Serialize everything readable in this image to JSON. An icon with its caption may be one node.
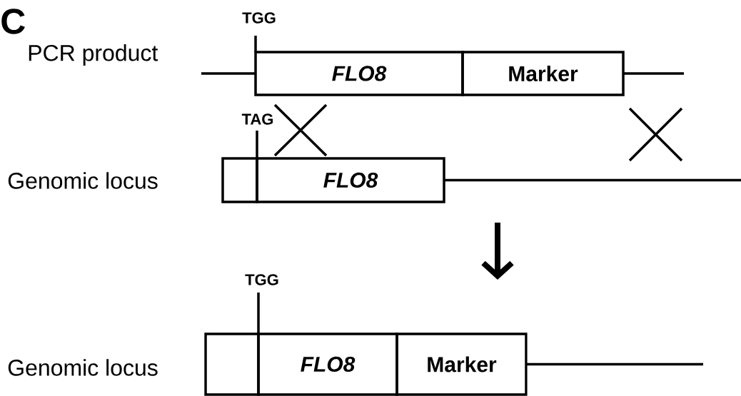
{
  "diagram": {
    "nodes": [
      {
        "text": [
          "FLO8"
        ]
      },
      {
        "text": [
          "Marker"
        ]
      },
      {
        "text": [],
        "shape": "box"
      },
      {
        "text": [
          "FLO8"
        ]
      },
      {
        "text": [],
        "shape": "box"
      },
      {
        "text": [
          "FLO8"
        ]
      },
      {
        "text": [
          "Marker"
        ]
      }
    ],
    "edges": [
      {
        "from": null,
        "to": 0,
        "arrow": "none"
      },
      {
        "from": 1,
        "to": null,
        "arrow": "none"
      },
      {
        "from": 3,
        "to": null,
        "arrow": "none"
      },
      {
        "from": 6,
        "to": null,
        "arrow": "none"
      }
    ],
    "labels": [
      "C",
      "TGG",
      "PCR product",
      "TAG",
      "Genomic locus",
      "TGG",
      "Genomic locus"
    ]
  }
}
